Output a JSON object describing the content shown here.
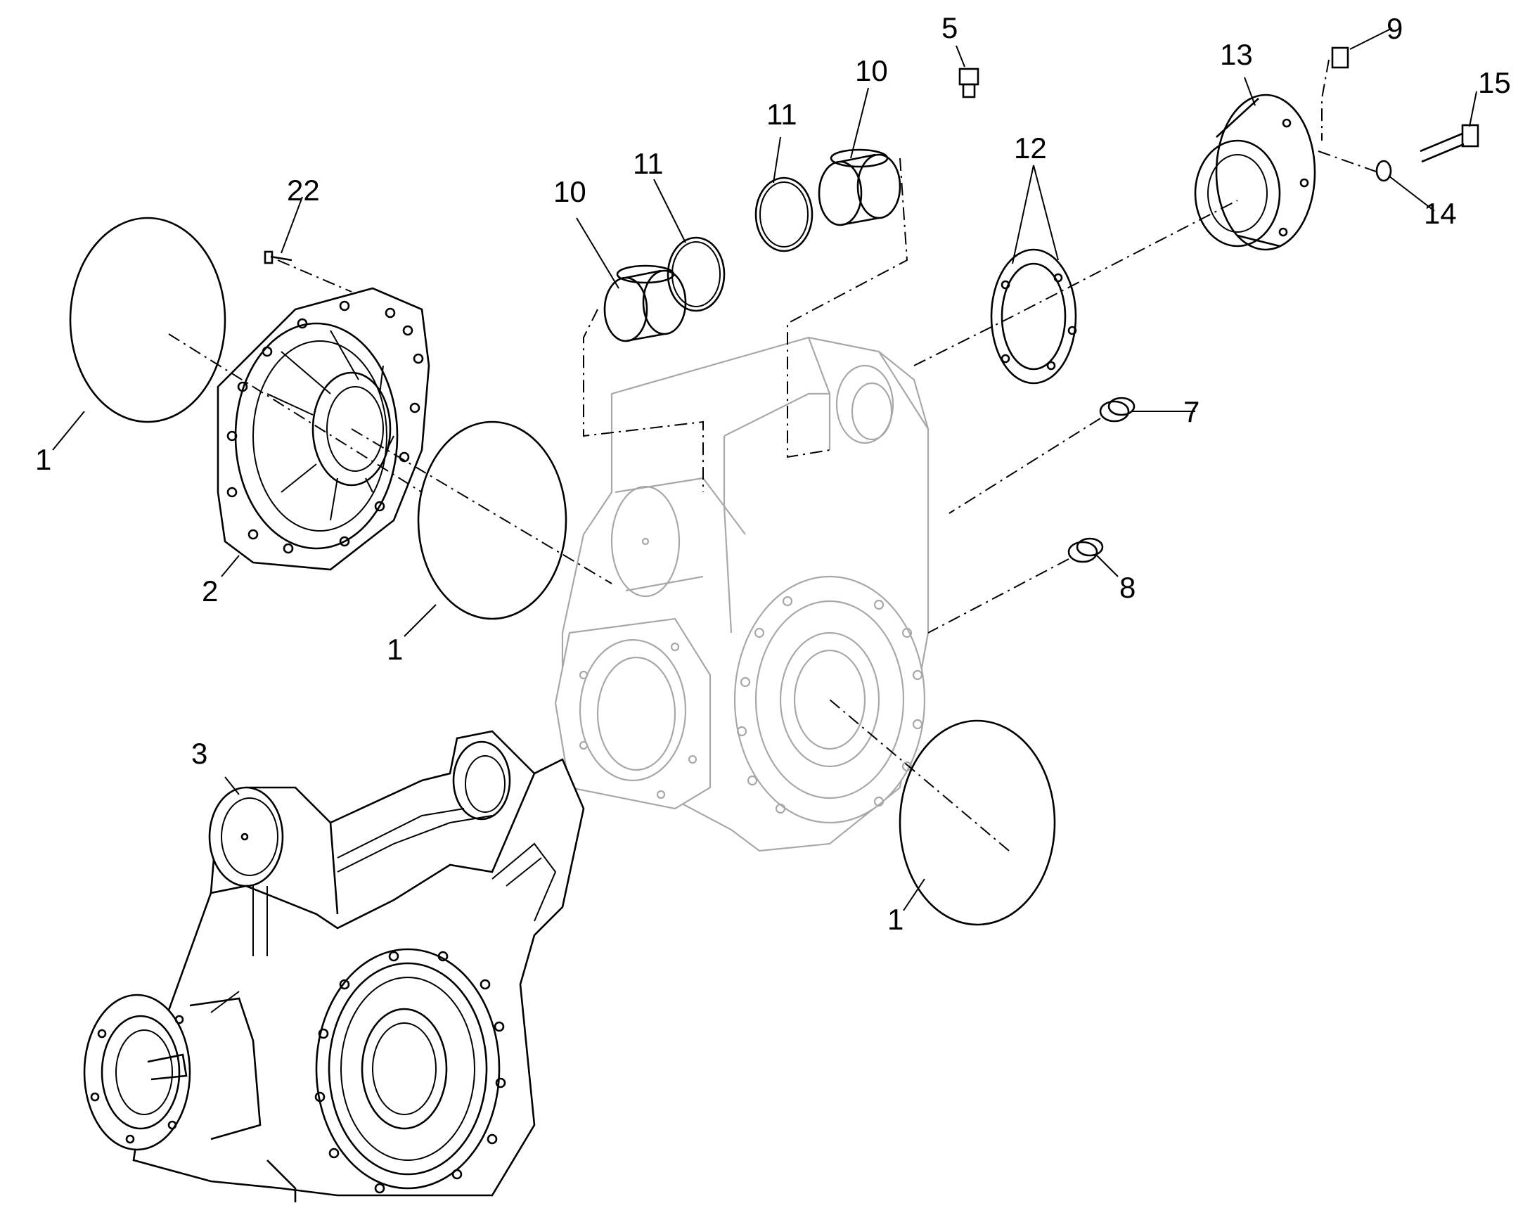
{
  "diagram": {
    "callouts": [
      {
        "id": "c1a",
        "text": "1"
      },
      {
        "id": "c1b",
        "text": "1"
      },
      {
        "id": "c1c",
        "text": "1"
      },
      {
        "id": "c2",
        "text": "2"
      },
      {
        "id": "c3",
        "text": "3"
      },
      {
        "id": "c5",
        "text": "5"
      },
      {
        "id": "c7",
        "text": "7"
      },
      {
        "id": "c8",
        "text": "8"
      },
      {
        "id": "c9",
        "text": "9"
      },
      {
        "id": "c10a",
        "text": "10"
      },
      {
        "id": "c10b",
        "text": "10"
      },
      {
        "id": "c11a",
        "text": "11"
      },
      {
        "id": "c11b",
        "text": "11"
      },
      {
        "id": "c12",
        "text": "12"
      },
      {
        "id": "c13",
        "text": "13"
      },
      {
        "id": "c14",
        "text": "14"
      },
      {
        "id": "c15",
        "text": "15"
      },
      {
        "id": "c22",
        "text": "22"
      }
    ],
    "colors": {
      "line": "#000000",
      "ghost_line": "#a8a8a8",
      "background": "#ffffff"
    }
  }
}
